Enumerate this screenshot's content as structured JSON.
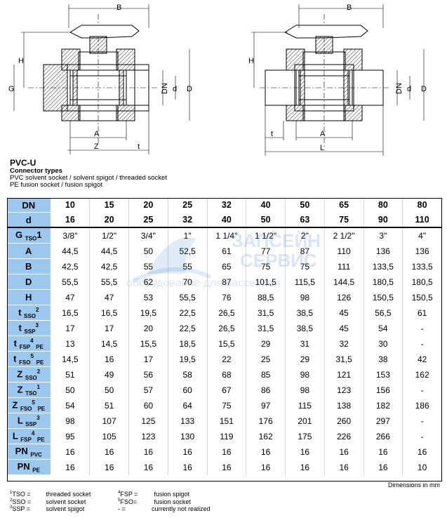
{
  "drawing_labels": {
    "left": {
      "B": "B",
      "H": "H",
      "G": "G",
      "DN": "DN",
      "d": "d",
      "D": "D",
      "A": "A",
      "Z": "Z",
      "t": "t"
    },
    "right": {
      "B": "B",
      "H": "H",
      "DN": "DN",
      "d": "d",
      "D": "D",
      "t": "t",
      "A": "A",
      "L": "L"
    }
  },
  "heading": {
    "title": "PVC-U",
    "subtitle": "Connector types",
    "line1": "PVC solvent socket / solvent spigot / threaded socket",
    "line2": "PE fusion socket / fusion spigot"
  },
  "table": {
    "header_rows": [
      {
        "label": "DN",
        "values": [
          "10",
          "15",
          "20",
          "25",
          "32",
          "40",
          "50",
          "65",
          "80",
          "80"
        ]
      },
      {
        "label": "d",
        "values": [
          "16",
          "20",
          "25",
          "32",
          "40",
          "50",
          "63",
          "75",
          "90",
          "110"
        ]
      }
    ],
    "rows": [
      {
        "label": "G",
        "sub": "TSO",
        "sup": "",
        "suffix": "1",
        "values": [
          "3/8\"",
          "1/2\"",
          "3/4\"",
          "1\"",
          "1 1/4\"",
          "1 1/2\"",
          "2\"",
          "2 1/2\"",
          "3\"",
          "4\""
        ]
      },
      {
        "label": "A",
        "sub": "",
        "sup": "",
        "suffix": "",
        "values": [
          "44,5",
          "44,5",
          "50",
          "52,5",
          "61",
          "77",
          "87",
          "110",
          "136",
          "136"
        ]
      },
      {
        "label": "B",
        "sub": "",
        "sup": "",
        "suffix": "",
        "values": [
          "42,5",
          "42,5",
          "55",
          "55",
          "65",
          "75",
          "75",
          "111",
          "133,5",
          "133,5"
        ]
      },
      {
        "label": "D",
        "sub": "",
        "sup": "",
        "suffix": "",
        "values": [
          "55,5",
          "55,5",
          "62",
          "70",
          "87",
          "101,5",
          "115,5",
          "144,5",
          "180,5",
          "180,5"
        ]
      },
      {
        "label": "H",
        "sub": "",
        "sup": "",
        "suffix": "",
        "values": [
          "47",
          "47",
          "53",
          "55,5",
          "76",
          "88,5",
          "98",
          "126",
          "150,5",
          "150,5"
        ]
      },
      {
        "label": "t",
        "sub": "SSO",
        "sup": "2",
        "suffix": "",
        "values": [
          "16,5",
          "16,5",
          "19,5",
          "22,5",
          "26,5",
          "31,5",
          "38,5",
          "45",
          "56,5",
          "61"
        ]
      },
      {
        "label": "t",
        "sub": "SSP",
        "sup": "3",
        "suffix": "",
        "values": [
          "17",
          "17",
          "20",
          "22,5",
          "26,5",
          "31,5",
          "38,5",
          "45",
          "54",
          "-"
        ]
      },
      {
        "label": "t",
        "sub": "FSP",
        "sup": "4",
        "sub2": "PE",
        "suffix": "",
        "values": [
          "13",
          "14,5",
          "15,5",
          "18,5",
          "15,5",
          "29",
          "31",
          "32",
          "30",
          "-"
        ]
      },
      {
        "label": "t",
        "sub": "FSO",
        "sup": "5",
        "sub2": "PE",
        "suffix": "",
        "values": [
          "14,5",
          "16",
          "17",
          "19,5",
          "22",
          "25",
          "29",
          "31,5",
          "38",
          "42"
        ]
      },
      {
        "label": "Z",
        "sub": "SSO",
        "sup": "2",
        "suffix": "",
        "values": [
          "51",
          "49",
          "56",
          "58",
          "68",
          "85",
          "98",
          "121",
          "153",
          "162"
        ]
      },
      {
        "label": "Z",
        "sub": "TSO",
        "sup": "1",
        "suffix": "",
        "values": [
          "50",
          "50",
          "57",
          "60",
          "67",
          "86",
          "98",
          "123",
          "156",
          "-"
        ]
      },
      {
        "label": "Z",
        "sub": "FSO",
        "sup": "5",
        "sub2": "PE",
        "suffix": "",
        "values": [
          "54",
          "51",
          "60",
          "64",
          "75",
          "97",
          "115",
          "138",
          "182",
          "186"
        ]
      },
      {
        "label": "L",
        "sub": "SSP",
        "sup": "3",
        "suffix": "",
        "values": [
          "98",
          "107",
          "125",
          "133",
          "151",
          "176",
          "201",
          "260",
          "297",
          "-"
        ]
      },
      {
        "label": "L",
        "sub": "FSP",
        "sup": "4",
        "sub2": "PE",
        "suffix": "",
        "values": [
          "95",
          "105",
          "123",
          "130",
          "119",
          "162",
          "175",
          "226",
          "266",
          "-"
        ]
      },
      {
        "label": "PN",
        "sub": "PVC",
        "sup": "",
        "suffix": "",
        "values": [
          "16",
          "16",
          "16",
          "16",
          "16",
          "16",
          "16",
          "16",
          "16",
          "16"
        ]
      },
      {
        "label": "PN",
        "sub": "PE",
        "sup": "",
        "suffix": "",
        "values": [
          "16",
          "16",
          "16",
          "16",
          "16",
          "16",
          "16",
          "16",
          "16",
          "10"
        ]
      }
    ]
  },
  "watermark": {
    "line1": "ЗАПСЕЙН",
    "line2": "СЕРВИС",
    "line3": "оборудование для бассейнов"
  },
  "dims_note": "Dimensions in mm",
  "footnotes": {
    "left": [
      {
        "mark": "1",
        "key": "TSO =",
        "text": "threaded socket"
      },
      {
        "mark": "2",
        "key": "SSO =",
        "text": "solvent socket"
      },
      {
        "mark": "3",
        "key": "SSP =",
        "text": "solvent spigot"
      }
    ],
    "right": [
      {
        "mark": "4",
        "key": "FSP =",
        "text": "fusion spigot"
      },
      {
        "mark": "5",
        "key": "FSO=",
        "text": "fusion socket"
      },
      {
        "mark": "",
        "key": "-    =",
        "text": "currently not realized"
      }
    ]
  },
  "colors": {
    "header_bg": "#9cc7ef",
    "watermark": "#1a66c2"
  }
}
